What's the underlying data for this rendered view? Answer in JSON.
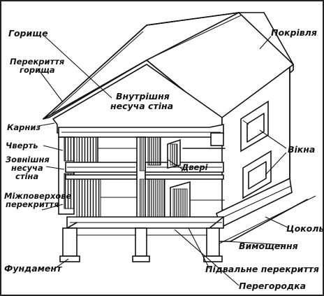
{
  "labels": {
    "attic": "Горище",
    "attic_floor_line1": "Перекриття",
    "attic_floor_line2": "горища",
    "roof": "Покрівля",
    "inner_wall_line1": "Внутрішня",
    "inner_wall_line2": "несуча стіна",
    "cornice": "Карниз",
    "quarter": "Чверть",
    "outer_wall_line1": "Зовнішня",
    "outer_wall_line2": "несуча",
    "outer_wall_line3": "стіна",
    "door": "Двері",
    "windows": "Вікна",
    "interfloor_line1": "Міжповерхове",
    "interfloor_line2": "перекриття",
    "plinth": "Цоколь",
    "paving": "Вимощення",
    "foundation": "Фундамент",
    "basement_floor": "Підвальне перекриття",
    "partition": "Перегородка"
  },
  "colors": {
    "ink": "#111111",
    "paper": "#ffffff",
    "frame": "#222222"
  }
}
